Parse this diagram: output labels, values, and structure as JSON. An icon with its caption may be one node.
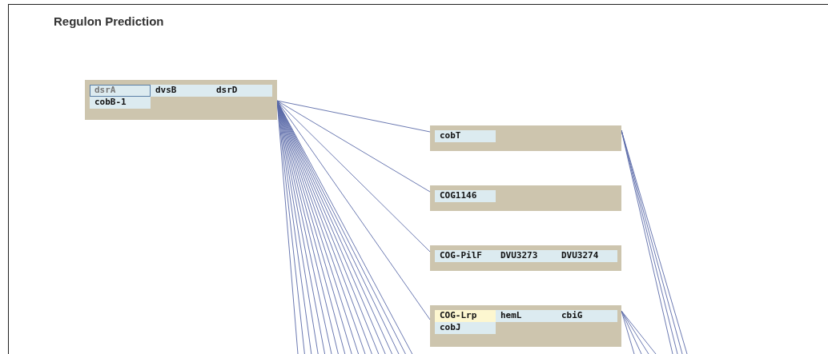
{
  "diagram": {
    "title": "Regulon Prediction",
    "nodes": [
      {
        "text": [
          "dsrA",
          "dvsB",
          "dsrD",
          "cobB-1"
        ]
      },
      {
        "text": [
          "cobT"
        ]
      },
      {
        "text": [
          "COG1146"
        ]
      },
      {
        "text": [
          "COG-PilF",
          "DVU3273",
          "DVU3274"
        ]
      },
      {
        "text": [
          "COG-Lrp",
          "hemL",
          "cbiG",
          "cobJ"
        ]
      }
    ],
    "edges": [
      {
        "from": 0,
        "to": 1,
        "arrow": "none"
      },
      {
        "from": 0,
        "to": 2,
        "arrow": "none"
      },
      {
        "from": 0,
        "to": 3,
        "arrow": "none"
      },
      {
        "from": 0,
        "to": 4,
        "arrow": "none"
      },
      {
        "from": 0,
        "to": null,
        "arrow": "none"
      },
      {
        "from": 0,
        "to": null,
        "arrow": "none"
      },
      {
        "from": 0,
        "to": null,
        "arrow": "none"
      },
      {
        "from": 0,
        "to": null,
        "arrow": "none"
      },
      {
        "from": 0,
        "to": null,
        "arrow": "none"
      },
      {
        "from": 0,
        "to": null,
        "arrow": "none"
      },
      {
        "from": 0,
        "to": null,
        "arrow": "none"
      },
      {
        "from": 0,
        "to": null,
        "arrow": "none"
      },
      {
        "from": 0,
        "to": null,
        "arrow": "none"
      },
      {
        "from": 0,
        "to": null,
        "arrow": "none"
      },
      {
        "from": 0,
        "to": null,
        "arrow": "none"
      },
      {
        "from": 0,
        "to": null,
        "arrow": "none"
      },
      {
        "from": 0,
        "to": null,
        "arrow": "none"
      },
      {
        "from": 0,
        "to": null,
        "arrow": "none"
      },
      {
        "from": 0,
        "to": null,
        "arrow": "none"
      },
      {
        "from": 0,
        "to": null,
        "arrow": "none"
      },
      {
        "from": 0,
        "to": null,
        "arrow": "none"
      },
      {
        "from": 0,
        "to": null,
        "arrow": "none"
      },
      {
        "from": 1,
        "to": null,
        "arrow": "none"
      },
      {
        "from": 1,
        "to": null,
        "arrow": "none"
      },
      {
        "from": 1,
        "to": null,
        "arrow": "none"
      },
      {
        "from": 1,
        "to": null,
        "arrow": "none"
      },
      {
        "from": 4,
        "to": null,
        "arrow": "none"
      },
      {
        "from": 4,
        "to": null,
        "arrow": "none"
      },
      {
        "from": 4,
        "to": null,
        "arrow": "none"
      },
      {
        "from": 4,
        "to": null,
        "arrow": "none"
      }
    ]
  }
}
